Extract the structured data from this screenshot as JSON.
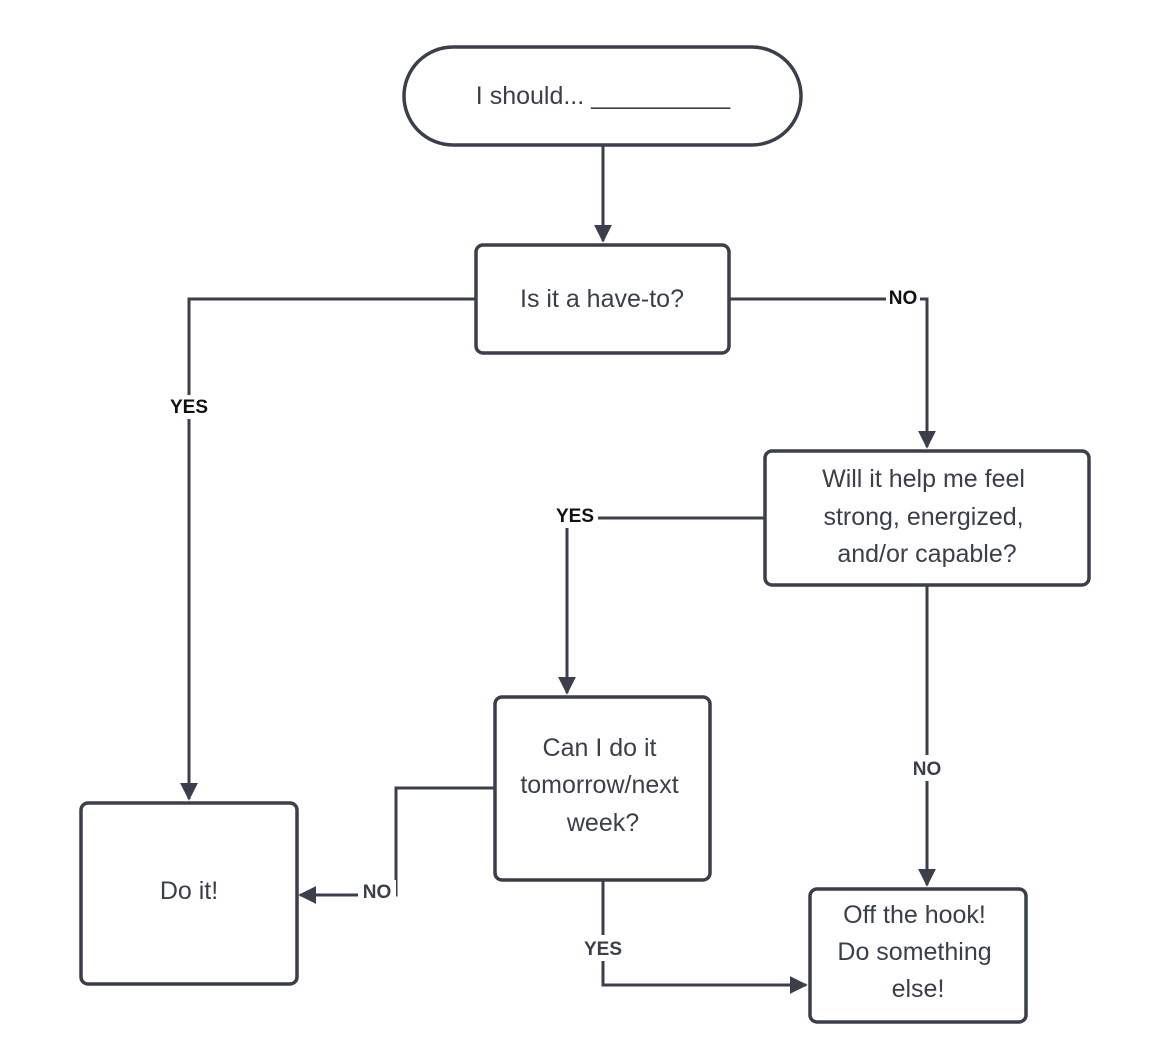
{
  "nodes": {
    "start": {
      "text": "I should... __________"
    },
    "have_to": {
      "text": "Is it a have-to?"
    },
    "help_me": {
      "lines": [
        "Will it help me feel",
        "strong, energized,",
        "and/or capable?"
      ]
    },
    "tomorrow": {
      "lines": [
        "Can I do it",
        "tomorrow/next",
        "week?"
      ]
    },
    "do_it": {
      "text": "Do it!"
    },
    "off_hook": {
      "lines": [
        "Off the hook!",
        "Do something",
        "else!"
      ]
    }
  },
  "edges": {
    "have_to_yes": {
      "label": "YES"
    },
    "have_to_no": {
      "label": "NO"
    },
    "help_yes": {
      "label": "YES"
    },
    "help_no": {
      "label": "NO"
    },
    "tomorrow_no": {
      "label": "NO"
    },
    "tomorrow_yes": {
      "label": "YES"
    }
  },
  "colors": {
    "stroke": "#3a3f4b",
    "label": "#111111",
    "background": "#ffffff"
  }
}
